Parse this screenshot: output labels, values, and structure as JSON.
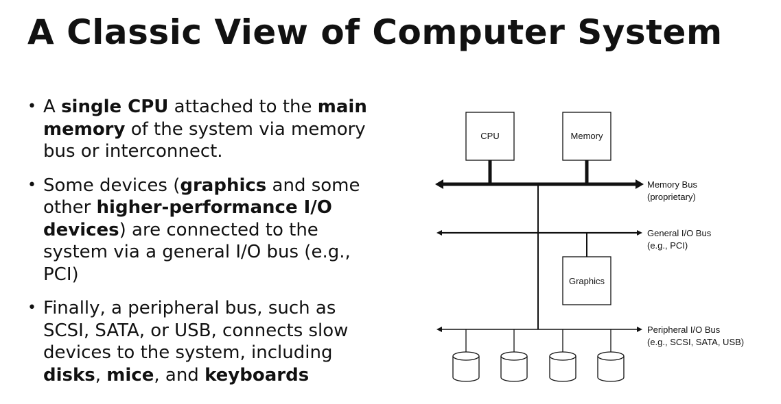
{
  "title": "A Classic View of Computer System",
  "bullets": [
    {
      "parts": [
        {
          "text": "A ",
          "bold": false
        },
        {
          "text": "single CPU",
          "bold": true
        },
        {
          "text": " attached to the ",
          "bold": false
        },
        {
          "text": "main memory",
          "bold": true
        },
        {
          "text": " of the system via memory bus or interconnect.",
          "bold": false
        }
      ]
    },
    {
      "parts": [
        {
          "text": "Some devices (",
          "bold": false
        },
        {
          "text": "graphics",
          "bold": true
        },
        {
          "text": " and some other ",
          "bold": false
        },
        {
          "text": "higher-performance I/O devices",
          "bold": true
        },
        {
          "text": ") are connected to the system via a general I/O bus (e.g., PCI)",
          "bold": false
        }
      ]
    },
    {
      "parts": [
        {
          "text": "Finally, a peripheral bus, such as SCSI, SATA, or USB, connects slow devices to the system, including ",
          "bold": false
        },
        {
          "text": "disks",
          "bold": true
        },
        {
          "text": ", ",
          "bold": false
        },
        {
          "text": "mice",
          "bold": true
        },
        {
          "text": ", and ",
          "bold": false
        },
        {
          "text": "keyboards",
          "bold": true
        }
      ]
    }
  ],
  "diagram": {
    "boxes": {
      "cpu": "CPU",
      "memory": "Memory",
      "graphics": "Graphics"
    },
    "buses": {
      "memory": {
        "line1": "Memory Bus",
        "line2": "(proprietary)"
      },
      "general": {
        "line1": "General I/O Bus",
        "line2": "(e.g., PCI)"
      },
      "peripheral": {
        "line1": "Peripheral I/O Bus",
        "line2": "(e.g., SCSI, SATA, USB)"
      }
    },
    "disk_count": 4
  }
}
